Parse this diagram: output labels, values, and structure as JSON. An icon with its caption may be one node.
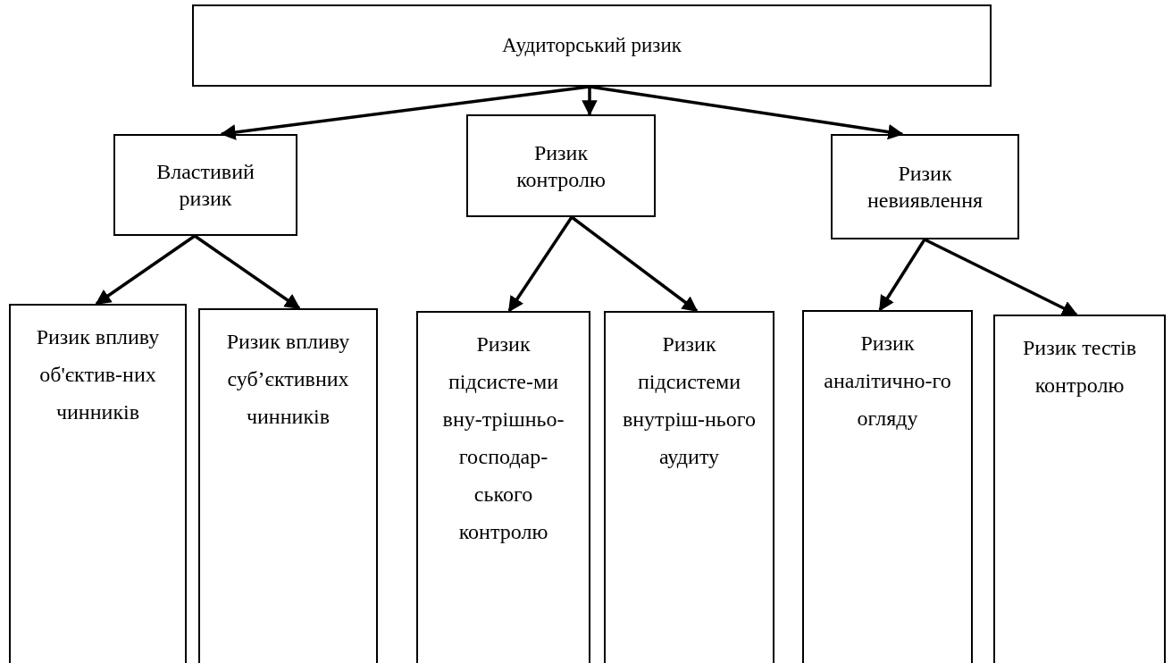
{
  "diagram": {
    "nodes": [
      {
        "text": [
          "Аудиторський ризик"
        ]
      },
      {
        "text": [
          "Властивий ризик"
        ]
      },
      {
        "text": [
          "Ризик контролю"
        ]
      },
      {
        "text": [
          "Ризик невиявлення"
        ]
      },
      {
        "text": [
          "Ризик впливу об'єктив-них чинників"
        ]
      },
      {
        "text": [
          "Ризик впливу суб’єктивних чинників"
        ]
      },
      {
        "text": [
          "Ризик підсисте-ми вну-трішньо-господар-ського контролю"
        ]
      },
      {
        "text": [
          "Ризик підсистеми внутріш-нього аудиту"
        ]
      },
      {
        "text": [
          "Ризик аналітично-го огляду"
        ]
      },
      {
        "text": [
          "Ризик тестів контролю"
        ]
      }
    ],
    "edges": [
      {
        "from": 0,
        "to": 1,
        "arrow": "to"
      },
      {
        "from": 0,
        "to": 2,
        "arrow": "to"
      },
      {
        "from": 0,
        "to": 3,
        "arrow": "to"
      },
      {
        "from": 1,
        "to": 4,
        "arrow": "to"
      },
      {
        "from": 1,
        "to": 5,
        "arrow": "to"
      },
      {
        "from": 2,
        "to": 6,
        "arrow": "to"
      },
      {
        "from": 2,
        "to": 7,
        "arrow": "to"
      },
      {
        "from": 3,
        "to": 8,
        "arrow": "to"
      },
      {
        "from": 3,
        "to": 9,
        "arrow": "to"
      }
    ]
  }
}
